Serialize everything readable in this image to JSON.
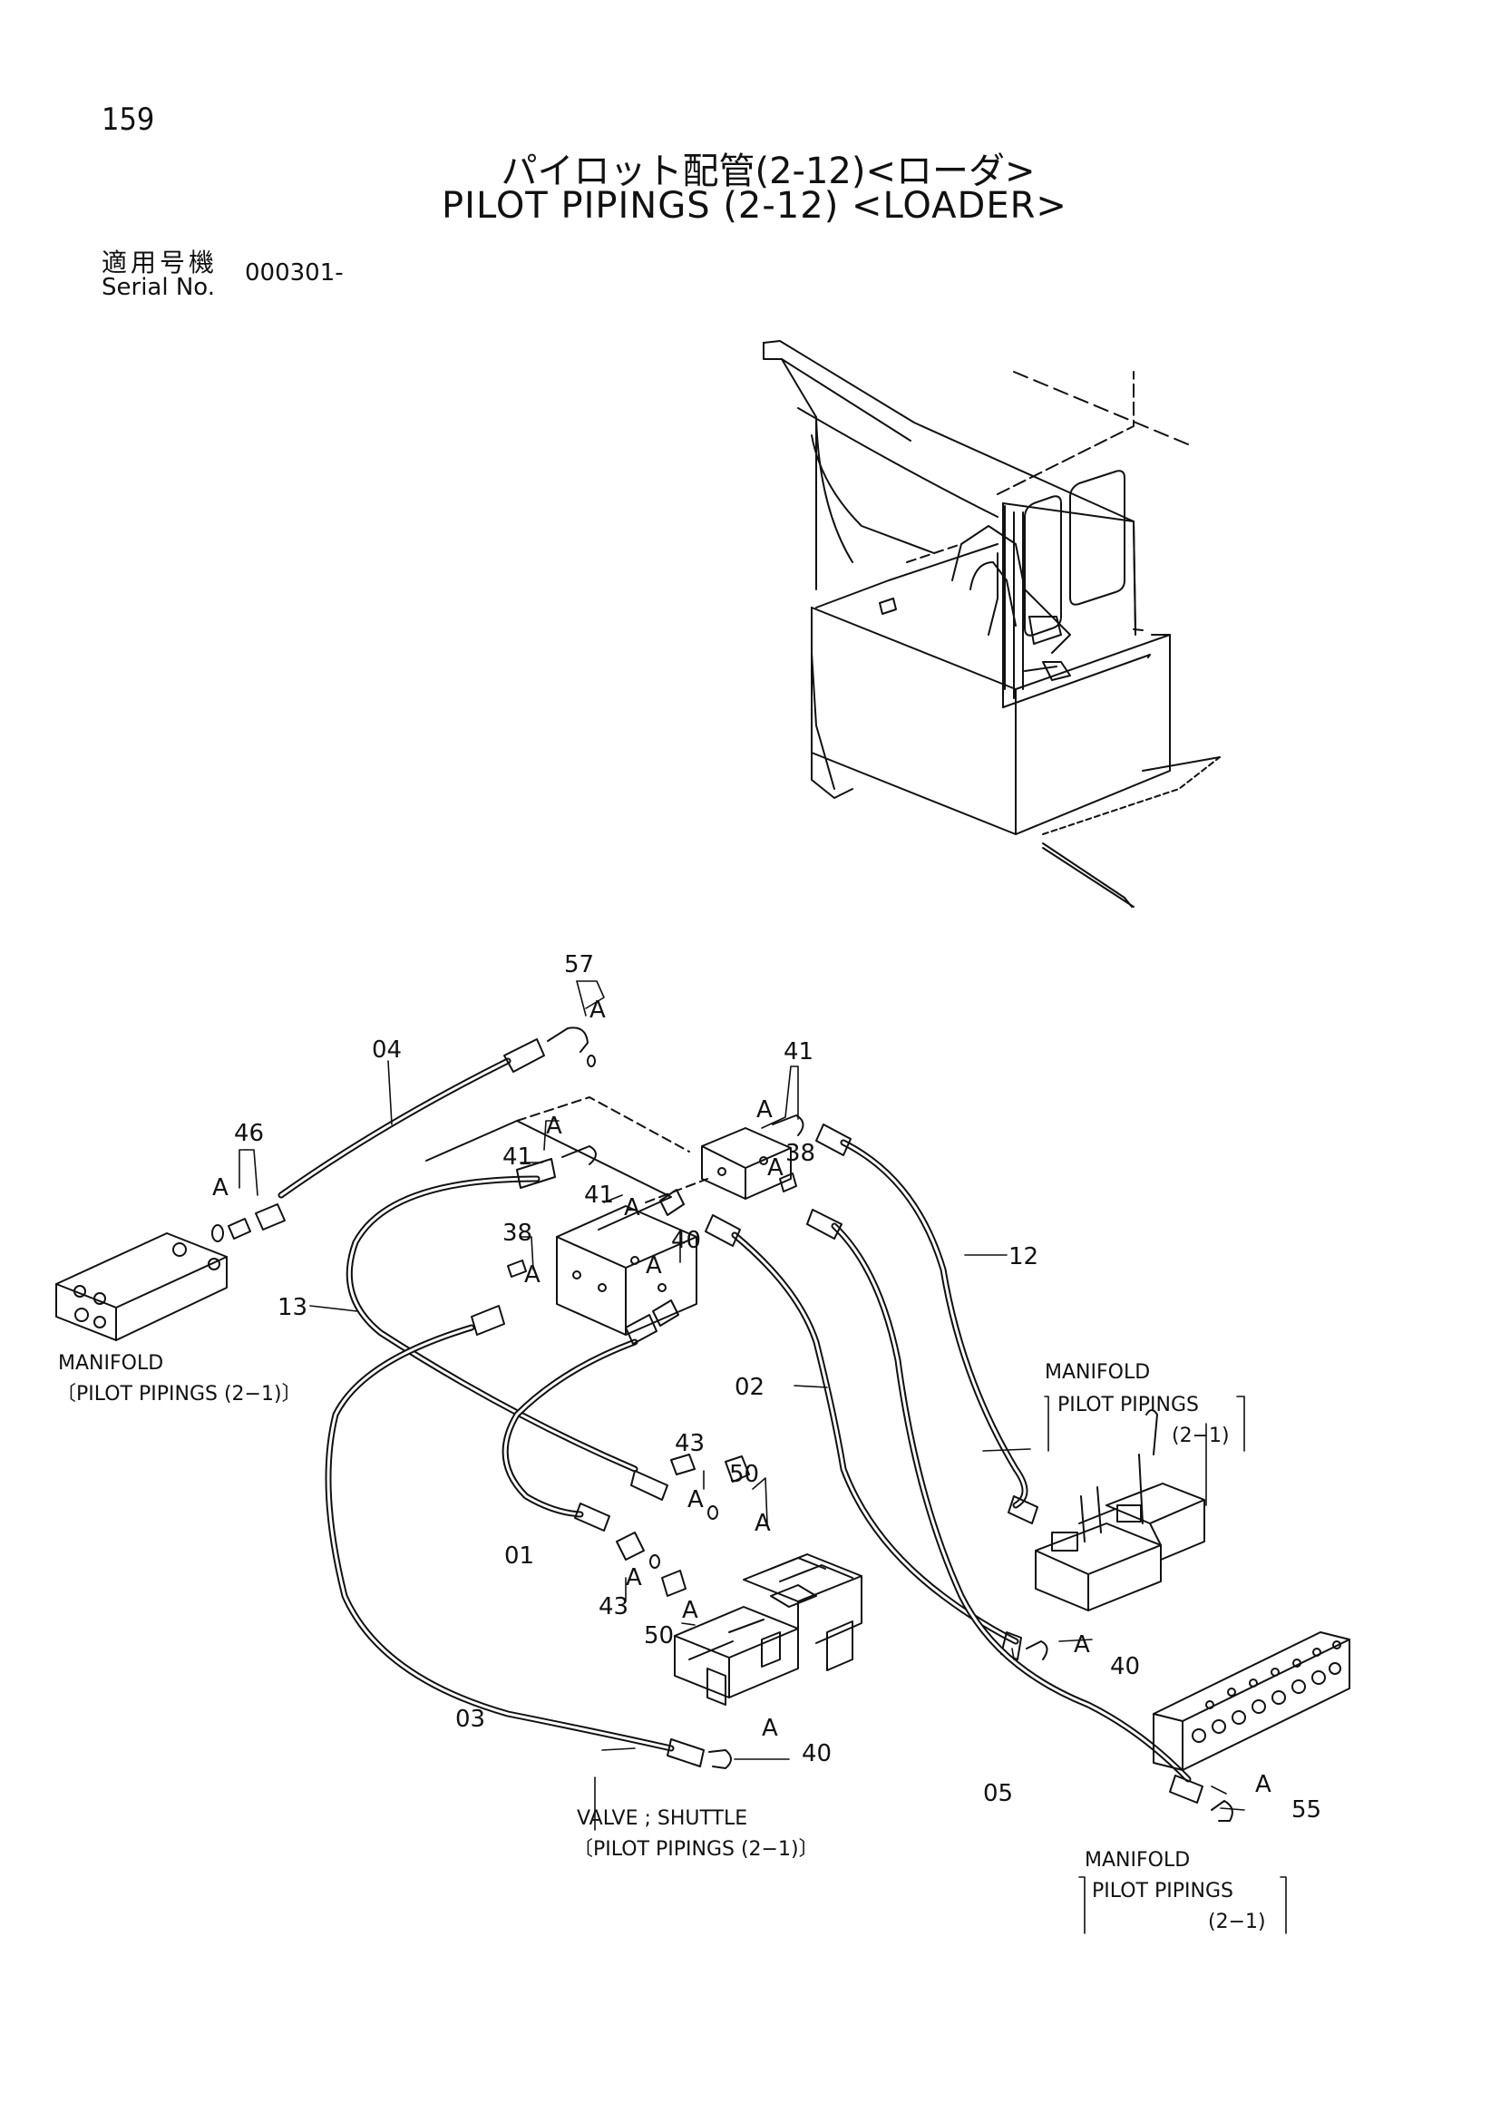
{
  "header": {
    "page_number": "159",
    "title_jp": "パイロット配管(2-12)<ローダ>",
    "title_en": "PILOT PIPINGS (2-12) <LOADER>",
    "serial_label_jp": "適用号機",
    "serial_label_en": "Serial No.",
    "serial_value": "000301-"
  },
  "part_labels": {
    "p57": "57",
    "p04": "04",
    "p46": "46",
    "p41a": "41",
    "p41b": "41",
    "p41c": "41",
    "p38a": "38",
    "p38b": "38",
    "p40a": "40",
    "p40b": "40",
    "p40c": "40",
    "p12": "12",
    "p13": "13",
    "p02": "02",
    "p01": "01",
    "p03": "03",
    "p05": "05",
    "p43a": "43",
    "p43b": "43",
    "p50a": "50",
    "p50b": "50",
    "p55": "55",
    "a": "A"
  },
  "notes": {
    "manifold_left": [
      "MANIFOLD",
      "〔PILOT PIPINGS (2−1)〕"
    ],
    "manifold_right": [
      "MANIFOLD",
      "PILOT PIPINGS",
      "(2−1)"
    ],
    "valve_shuttle": [
      "VALVE ; SHUTTLE",
      "〔PILOT PIPINGS (2−1)〕"
    ],
    "manifold_bottom": [
      "MANIFOLD",
      "PILOT PIPINGS",
      "(2−1)"
    ]
  }
}
